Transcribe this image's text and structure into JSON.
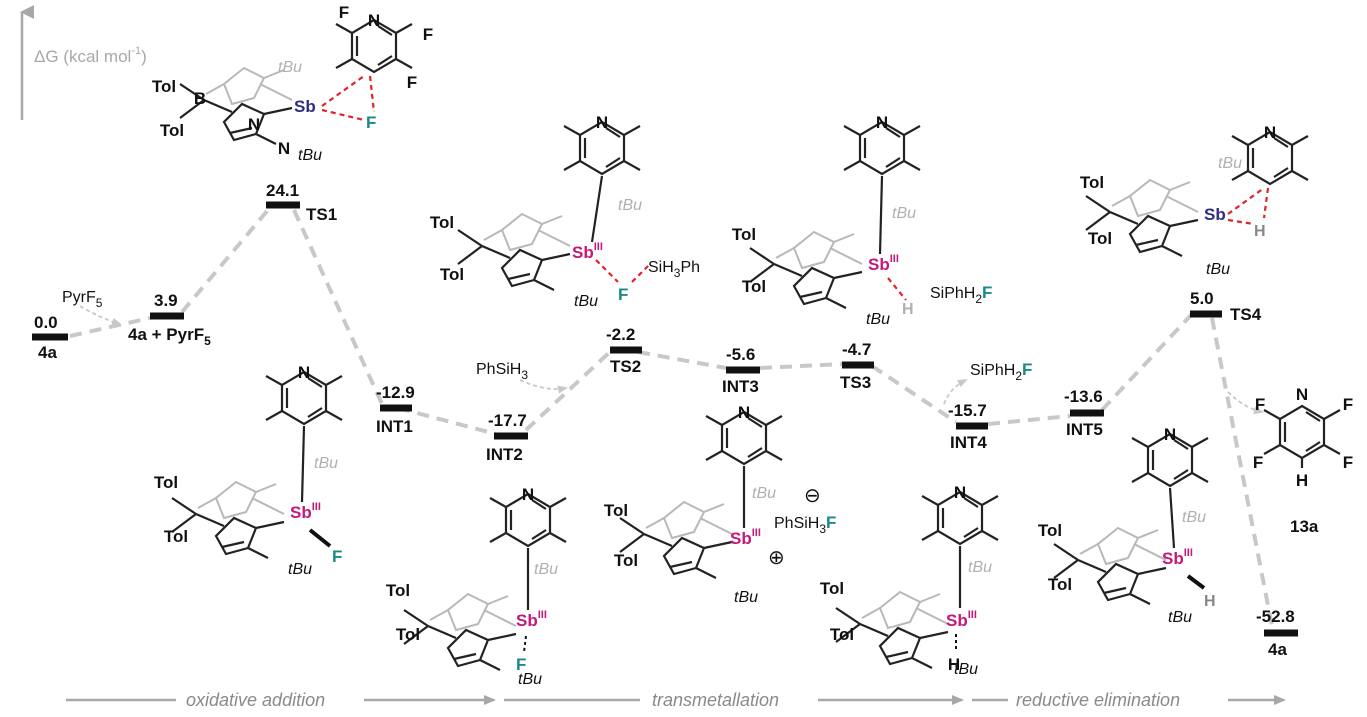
{
  "axis_label": "ΔG (kcal mol",
  "axis_label_sup": "-1",
  "levels": [
    {
      "id": "4a-start",
      "value": "0.0",
      "label": "4a"
    },
    {
      "id": "complex",
      "value": "3.9",
      "label": "4a + PyrF",
      "label_sub": "5"
    },
    {
      "id": "TS1",
      "value": "24.1",
      "label": "TS1"
    },
    {
      "id": "INT1",
      "value": "-12.9",
      "label": "INT1"
    },
    {
      "id": "INT2",
      "value": "-17.7",
      "label": "INT2"
    },
    {
      "id": "TS2",
      "value": "-2.2",
      "label": "TS2"
    },
    {
      "id": "INT3",
      "value": "-5.6",
      "label": "INT3"
    },
    {
      "id": "TS3",
      "value": "-4.7",
      "label": "TS3"
    },
    {
      "id": "INT4",
      "value": "-15.7",
      "label": "INT4"
    },
    {
      "id": "INT5",
      "value": "-13.6",
      "label": "INT5"
    },
    {
      "id": "TS4",
      "value": "5.0",
      "label": "TS4"
    },
    {
      "id": "4a-end",
      "value": "-52.8",
      "label": "4a"
    }
  ],
  "reagents": {
    "pyrf5": {
      "base": "PyrF",
      "sub": "5"
    },
    "phsih3": {
      "base": "PhSiH",
      "sub": "3"
    },
    "siph2f_out": {
      "base": "SiPh",
      "sub": "H",
      "mid": "2",
      "f": "F"
    },
    "product": "13a"
  },
  "anion": {
    "base": "PhSiH",
    "sub": "3",
    "f": "F",
    "minus": "⊖",
    "plus": "⊕"
  },
  "atoms": {
    "tol": "Tol",
    "b": "B",
    "n": "N",
    "f": "F",
    "h": "H",
    "tbu": "tBu",
    "sb": "Sb",
    "sb_ox": "III",
    "sih3ph": "SiH",
    "sih3ph_sub": "3",
    "sih3ph_tail": "Ph",
    "siph2f": "SiPhH",
    "siph2f_sub": "2",
    "siph2f_f": "F"
  },
  "phases": [
    {
      "label": "oxidative addition"
    },
    {
      "label": "transmetallation"
    },
    {
      "label": "reductive elimination"
    }
  ],
  "colors": {
    "sb": "#c4187a",
    "sb_ts": "#2e2e86",
    "fluorine": "#1a8a86",
    "red_dash": "#e0232b",
    "grey": "#b0b0b0"
  }
}
